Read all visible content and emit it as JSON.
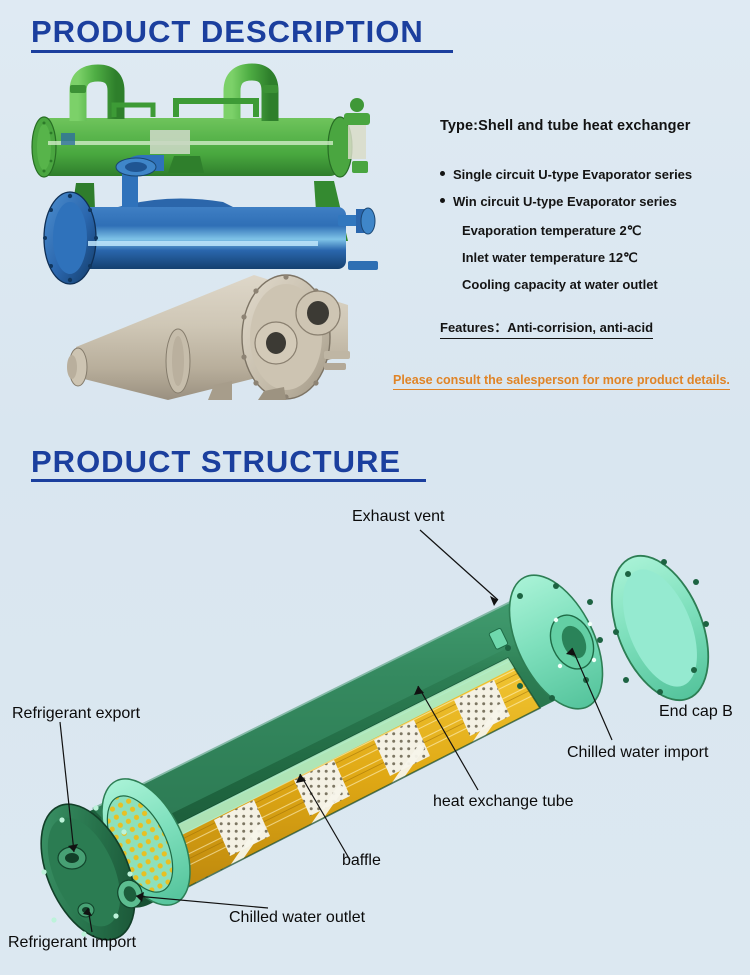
{
  "theme": {
    "background": "#dce8f1",
    "heading_color": "#1b3f9e",
    "body_text_color": "#141414",
    "accent_orange": "#e08427",
    "shell_green_dark": "#2f7d4f",
    "shell_green_light": "#7fe0bd",
    "tube_gold": "#e8b11e"
  },
  "sections": {
    "description": {
      "heading": "PRODUCT DESCRIPTION",
      "type_line": "Type:Shell and tube heat exchanger",
      "bullets": [
        "Single circuit U-type Evaporator series",
        "Win circuit U-type Evaporator series"
      ],
      "specs": [
        "Evaporation temperature 2℃",
        "Inlet water temperature 12℃",
        "Cooling capacity at water outlet"
      ],
      "features": "Features：Anti-corrision, anti-acid",
      "consult_note": "Please consult the salesperson for more product details."
    },
    "structure": {
      "heading": "PRODUCT STRUCTURE",
      "labels": [
        {
          "id": "exhaust-vent",
          "text": "Exhaust vent"
        },
        {
          "id": "end-cap-b",
          "text": "End cap B"
        },
        {
          "id": "chilled-water-import",
          "text": "Chilled water import"
        },
        {
          "id": "heat-exchange-tube",
          "text": "heat exchange tube"
        },
        {
          "id": "baffle",
          "text": "baffle"
        },
        {
          "id": "chilled-water-outlet",
          "text": "Chilled water outlet"
        },
        {
          "id": "refrigerant-export",
          "text": "Refrigerant export"
        },
        {
          "id": "refrigerant-import",
          "text": "Refrigerant import"
        }
      ]
    }
  }
}
